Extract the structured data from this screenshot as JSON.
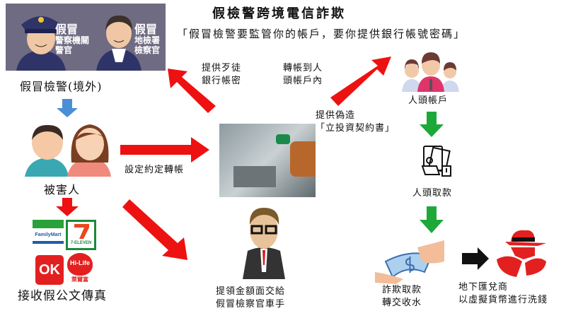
{
  "title": "假檢警跨境電信詐欺",
  "subtitle": "「假冒檢警要監管你的帳戶，要你提供銀行帳號密碼」",
  "panel": {
    "police": {
      "line1": "假冒",
      "line2": "警察機關",
      "line3": "警官"
    },
    "prosecutor": {
      "line1": "假冒",
      "line2": "地檢署",
      "line3": "檢察官"
    }
  },
  "labels": {
    "fake_officials": "假冒檢警(境外)",
    "victim": "被害人",
    "fax": "接收假公文傳真",
    "set_transfer": "設定約定轉帳",
    "provide_account_1": "提供歹徒",
    "provide_account_2": "銀行帳密",
    "transfer_1": "轉帳到人",
    "transfer_2": "頭帳戶內",
    "forged_1": "提供偽造",
    "forged_2": "「立投資契約書」",
    "mule_account": "人頭帳戶",
    "mule_withdraw": "人頭取款",
    "handover_1": "提領金額面交給",
    "handover_2": "假冒檢察官車手",
    "collect_1": "詐欺取款",
    "collect_2": "轉交收水",
    "launder_1": "地下匯兌商",
    "launder_2": "以虛擬貨幣進行洗錢"
  },
  "stores": [
    "FamilyMart",
    "7-ELEVEN",
    "OK",
    "Hi-Life",
    "萊爾富"
  ],
  "colors": {
    "red_arrow": "#ee1111",
    "green_arrow": "#1fa83a",
    "blue_arrow": "#4a8fd6",
    "panel": "#6f6b82"
  }
}
